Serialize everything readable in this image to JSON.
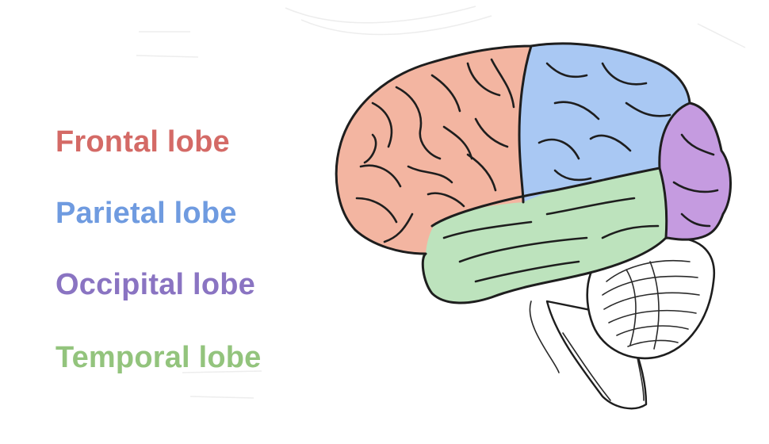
{
  "legend": [
    {
      "key": "frontal",
      "label": "Frontal lobe",
      "color": "#d46a66"
    },
    {
      "key": "parietal",
      "label": "Parietal lobe",
      "color": "#6f9be0"
    },
    {
      "key": "occipital",
      "label": "Occipital lobe",
      "color": "#8a74c2"
    },
    {
      "key": "temporal",
      "label": "Temporal lobe",
      "color": "#93c47d"
    }
  ],
  "region_fills": {
    "frontal": "#f3b5a1",
    "parietal": "#a9c8f3",
    "occipital": "#c59be0",
    "temporal": "#bde3bd",
    "cerebellum": "#ffffff"
  }
}
